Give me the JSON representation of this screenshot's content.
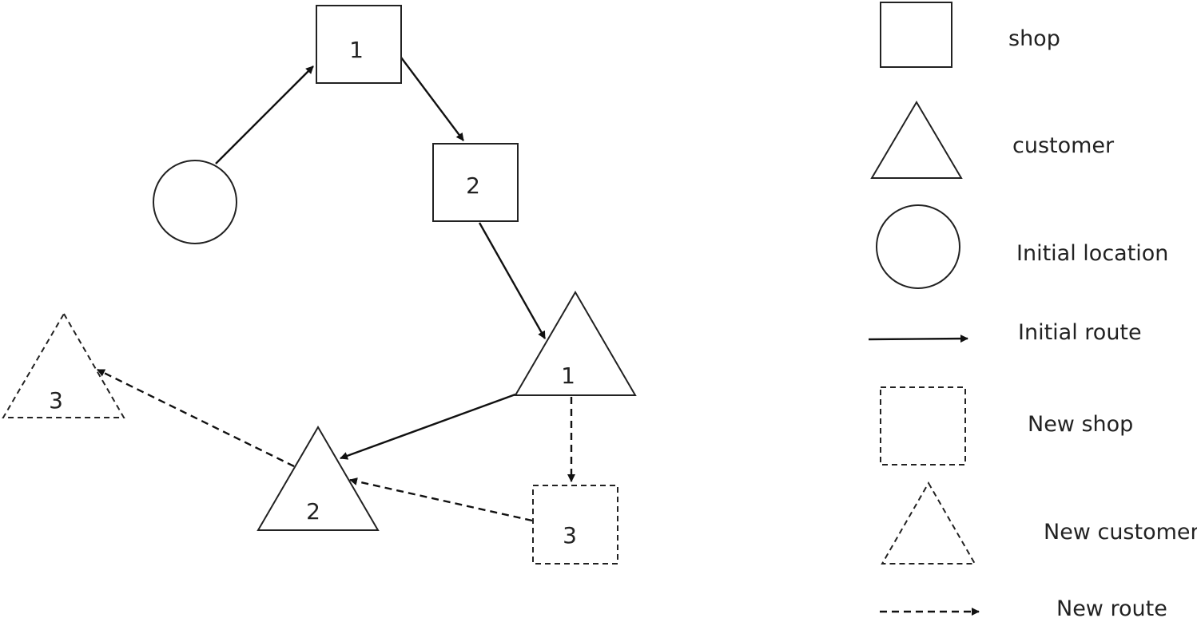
{
  "diagram": {
    "nodes": {
      "shop_1": {
        "label": "1"
      },
      "shop_2": {
        "label": "2"
      },
      "customer_1": {
        "label": "1"
      },
      "customer_2": {
        "label": "2"
      },
      "new_shop_3": {
        "label": "3"
      },
      "new_customer_3": {
        "label": "3"
      }
    },
    "edges": [
      {
        "from": "initial_location",
        "to": "shop_1",
        "style": "initial"
      },
      {
        "from": "shop_1",
        "to": "shop_2",
        "style": "initial"
      },
      {
        "from": "shop_2",
        "to": "customer_1",
        "style": "initial"
      },
      {
        "from": "customer_1",
        "to": "customer_2",
        "style": "initial"
      },
      {
        "from": "customer_1",
        "to": "new_shop_3",
        "style": "new"
      },
      {
        "from": "new_shop_3",
        "to": "customer_2",
        "style": "new"
      },
      {
        "from": "customer_2",
        "to": "new_customer_3",
        "style": "new"
      }
    ]
  },
  "legend": {
    "shop": "shop",
    "customer": "customer",
    "initial_location": "Initial location",
    "initial_route": "Initial route",
    "new_shop": "New shop",
    "new_customer": "New customer",
    "new_route": "New route"
  }
}
